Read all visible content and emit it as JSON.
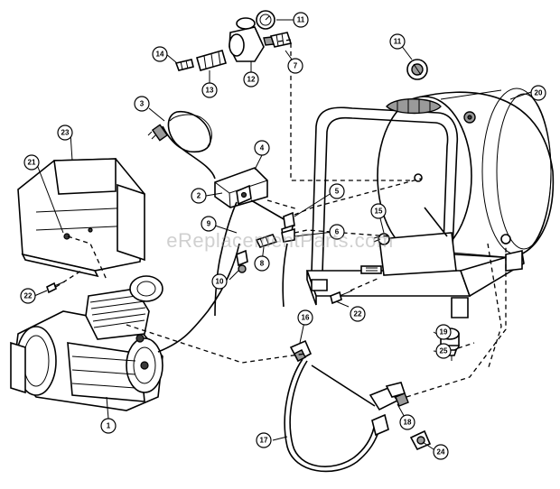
{
  "watermark": "eReplacementParts.com",
  "callouts": [
    {
      "id": "c1",
      "label": "1"
    },
    {
      "id": "c2",
      "label": "2"
    },
    {
      "id": "c3",
      "label": "3"
    },
    {
      "id": "c4",
      "label": "4"
    },
    {
      "id": "c5",
      "label": "5"
    },
    {
      "id": "c6",
      "label": "6"
    },
    {
      "id": "c7",
      "label": "7"
    },
    {
      "id": "c8",
      "label": "8"
    },
    {
      "id": "c9",
      "label": "9"
    },
    {
      "id": "c10",
      "label": "10"
    },
    {
      "id": "c11a",
      "label": "11"
    },
    {
      "id": "c11b",
      "label": "11"
    },
    {
      "id": "c12",
      "label": "12"
    },
    {
      "id": "c13",
      "label": "13"
    },
    {
      "id": "c14",
      "label": "14"
    },
    {
      "id": "c15",
      "label": "15"
    },
    {
      "id": "c16",
      "label": "16"
    },
    {
      "id": "c17",
      "label": "17"
    },
    {
      "id": "c18",
      "label": "18"
    },
    {
      "id": "c19",
      "label": "19"
    },
    {
      "id": "c20",
      "label": "20"
    },
    {
      "id": "c21",
      "label": "21"
    },
    {
      "id": "c22a",
      "label": "22"
    },
    {
      "id": "c22b",
      "label": "22"
    },
    {
      "id": "c23",
      "label": "23"
    },
    {
      "id": "c24",
      "label": "24"
    },
    {
      "id": "c25",
      "label": "25"
    }
  ]
}
